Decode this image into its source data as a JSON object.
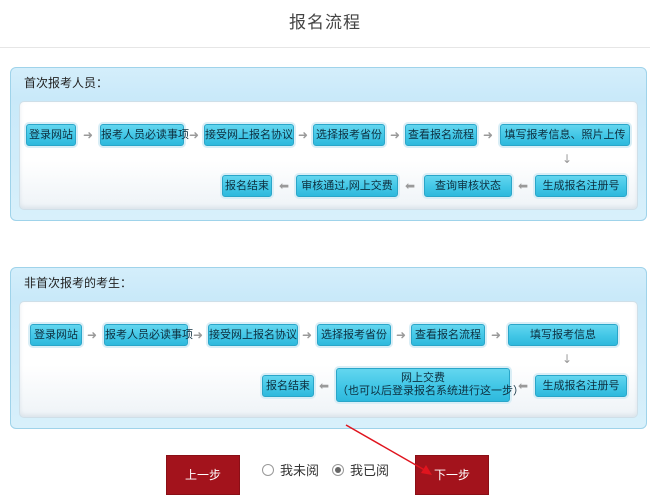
{
  "page": {
    "title": "报名流程"
  },
  "first_time": {
    "heading": "首次报考人员：",
    "steps": [
      "登录网站",
      "报考人员必读事项",
      "接受网上报名协议",
      "选择报考省份",
      "查看报名流程",
      "填写报考信息、照片上传",
      "生成报名注册号",
      "查询审核状态",
      "审核通过,网上交费",
      "报名结束"
    ]
  },
  "returning": {
    "heading": "非首次报考的考生：",
    "steps": [
      "登录网站",
      "报考人员必读事项",
      "接受网上报名协议",
      "选择报考省份",
      "查看报名流程",
      "填写报考信息",
      "生成报名注册号"
    ],
    "pay_step": {
      "line1": "网上交费",
      "line2": "（也可以后登录报名系统进行这一步）"
    },
    "end_step": "报名结束"
  },
  "footer": {
    "prev_label": "上一步",
    "next_label": "下一步",
    "radio_unread": "我未阅",
    "radio_read": "我已阅",
    "selected": "read"
  },
  "colors": {
    "step_fill": "#41c6e6",
    "button": "#a3131c",
    "annotation_arrow": "#e0141e"
  }
}
